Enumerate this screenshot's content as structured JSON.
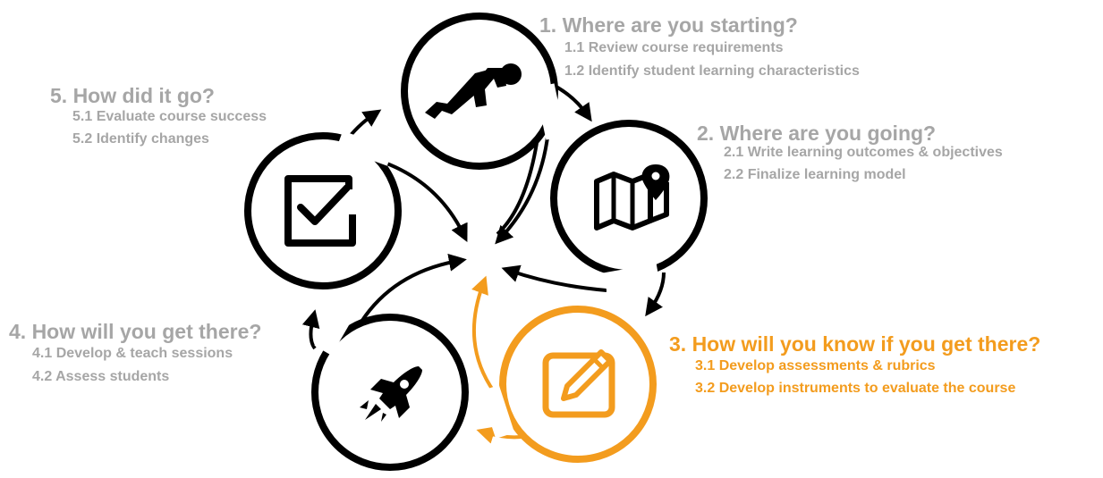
{
  "colors": {
    "gray": "#a6a6a6",
    "black": "#000000",
    "orange": "#f39c1e",
    "white": "#ffffff"
  },
  "steps": [
    {
      "icon": "sprinter-icon",
      "title": "1. Where are you starting?",
      "items": [
        "1.1 Review course requirements",
        "1.2 Identify student learning characteristics"
      ],
      "highlighted": false
    },
    {
      "icon": "map-pin-icon",
      "title": "2. Where are you going?",
      "items": [
        "2.1 Write learning outcomes & objectives",
        "2.2 Finalize learning model"
      ],
      "highlighted": false
    },
    {
      "icon": "pencil-edit-icon",
      "title": "3. How will you know if you get there?",
      "items": [
        "3.1 Develop assessments & rubrics",
        "3.2 Develop instruments to evaluate the course"
      ],
      "highlighted": true
    },
    {
      "icon": "rocket-icon",
      "title": "4. How will you get there?",
      "items": [
        "4.1 Develop & teach sessions",
        "4.2 Assess students"
      ],
      "highlighted": false
    },
    {
      "icon": "checkbox-icon",
      "title": "5. How did it go?",
      "items": [
        "5.1 Evaluate course success",
        "5.2 Identify changes"
      ],
      "highlighted": false
    }
  ]
}
